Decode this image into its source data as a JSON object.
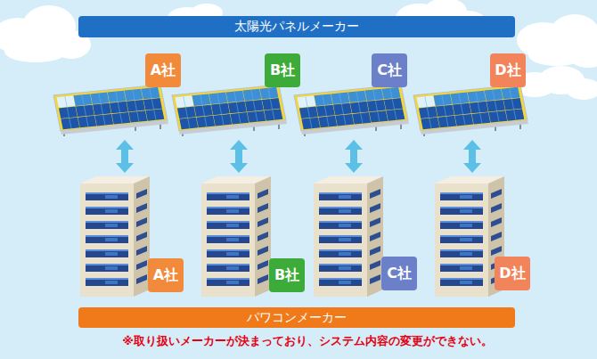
{
  "diagram": {
    "nodes": [
      {
        "text": [
          "太陽光パネルメーカー"
        ]
      },
      {
        "text": [
          "A社"
        ]
      },
      {
        "text": [
          "B社"
        ]
      },
      {
        "text": [
          "C社"
        ]
      },
      {
        "text": [
          "D社"
        ]
      },
      {
        "text": [
          "A社"
        ]
      },
      {
        "text": [
          "B社"
        ]
      },
      {
        "text": [
          "C社"
        ]
      },
      {
        "text": [
          "D社"
        ]
      },
      {
        "text": [
          "パワコンメーカー"
        ]
      }
    ],
    "edges": [
      {
        "from": 1,
        "to": 5,
        "arrow": "both"
      },
      {
        "from": 2,
        "to": 6,
        "arrow": "both"
      },
      {
        "from": 3,
        "to": 7,
        "arrow": "both"
      },
      {
        "from": 4,
        "to": 8,
        "arrow": "both"
      }
    ],
    "labels": [
      "※取り扱いメーカーが決まっており、システム内容の変更ができない。"
    ]
  }
}
